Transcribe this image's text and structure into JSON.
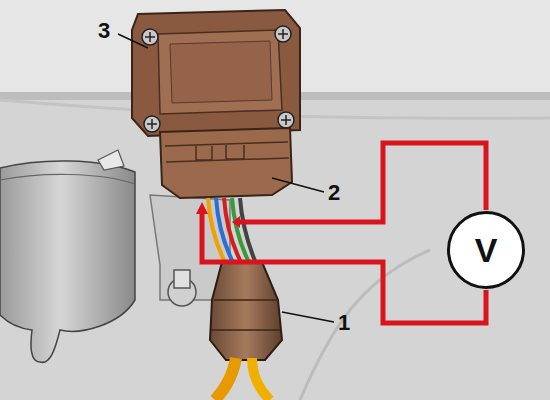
{
  "diagram": {
    "nodes": [
      {
        "text": [
          "V"
        ]
      }
    ],
    "labels": [
      "3",
      "2",
      "1"
    ]
  }
}
